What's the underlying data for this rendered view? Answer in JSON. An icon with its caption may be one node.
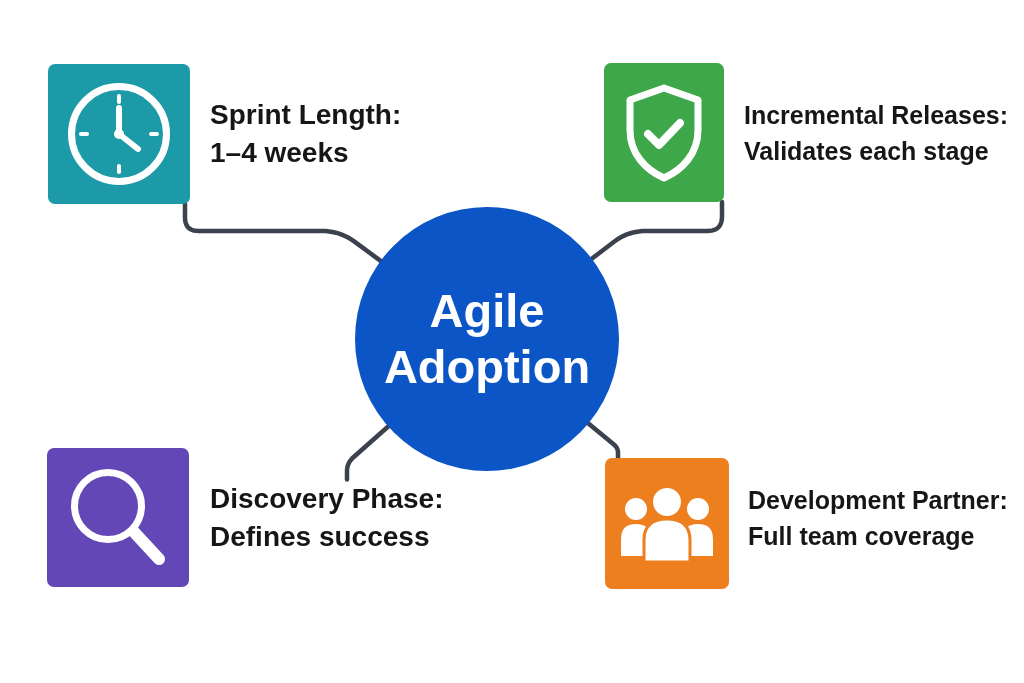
{
  "diagram": {
    "nodes": [
      {
        "text": [
          "Sprint Length:",
          "1–4 weeks"
        ]
      },
      {
        "text": [
          "Incremental Releases:",
          "Validates each stage"
        ]
      },
      {
        "text": [
          "Agile Adoption"
        ]
      },
      {
        "text": [
          "Discovery Phase:",
          "Defines success"
        ]
      },
      {
        "text": [
          "Development Partner:",
          "Full team coverage"
        ]
      }
    ],
    "edges": [
      {
        "from": 2,
        "to": 0,
        "arrow": "none"
      },
      {
        "from": 2,
        "to": 1,
        "arrow": "none"
      },
      {
        "from": 2,
        "to": 3,
        "arrow": "none"
      },
      {
        "from": 2,
        "to": 4,
        "arrow": "none"
      }
    ]
  }
}
